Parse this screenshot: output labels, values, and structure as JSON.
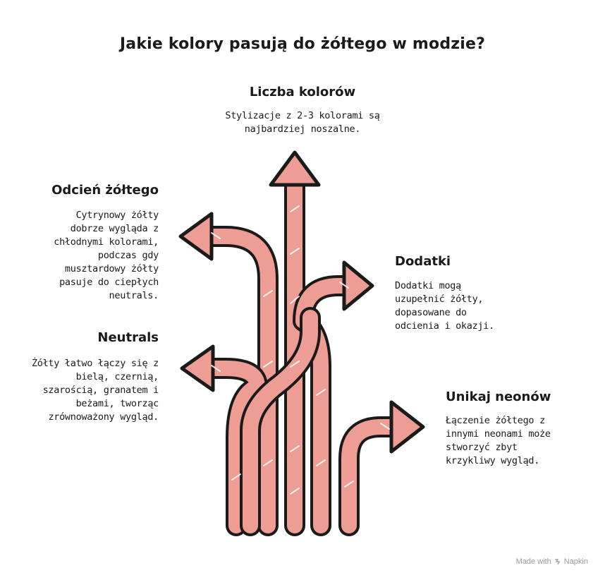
{
  "title": "Jakie kolory pasują do żółtego w modzie?",
  "sections": {
    "liczba": {
      "heading": "Liczba kolorów",
      "desc": [
        "Stylizacje z 2-3 kolorami są",
        "najbardziej noszalne."
      ]
    },
    "odcien": {
      "heading": "Odcień żółtego",
      "desc": [
        "Cytrynowy żółty",
        "dobrze wygląda z",
        "chłodnymi kolorami,",
        "podczas gdy",
        "musztardowy żółty",
        "pasuje do ciepłych",
        "neutrals."
      ]
    },
    "dodatki": {
      "heading": "Dodatki",
      "desc": [
        "Dodatki mogą",
        "uzupełnić żółty,",
        "dopasowane do",
        "odcienia i okazji."
      ]
    },
    "neutrals": {
      "heading": "Neutrals",
      "desc": [
        "Żółty łatwo łączy się z",
        "bielą, czernią,",
        "szarością, granatem i",
        "beżami, tworząc",
        "zrównoważony wygląd."
      ]
    },
    "neony": {
      "heading": "Unikaj neonów",
      "desc": [
        "Łączenie żółtego z",
        "innymi neonami może",
        "stworzyć zbyt",
        "krzykliwy wygląd."
      ]
    }
  },
  "watermark": {
    "prefix": "Made with",
    "brand": "Napkin"
  },
  "colors": {
    "arrow_fill": "#ee9d95",
    "arrow_stroke": "#1a1a1a",
    "hatch": "#ffffff"
  }
}
